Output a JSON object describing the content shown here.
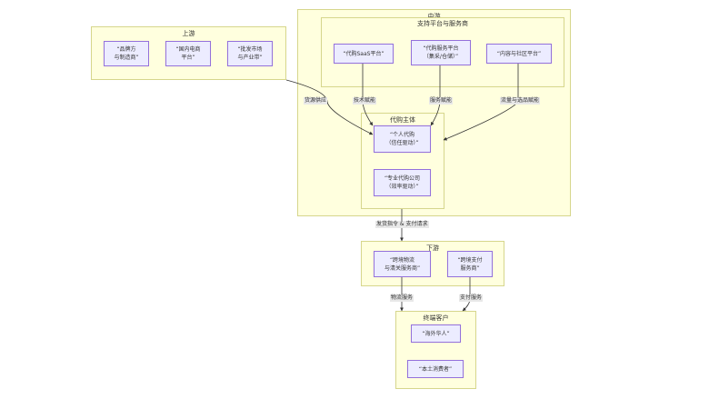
{
  "clusters": {
    "upstream": "上游",
    "midstream": "中游",
    "support": "支持平台与服务商",
    "daigou": "代购主体",
    "downstream": "下游",
    "customer": "终端客户"
  },
  "nodes": {
    "brand": "“品牌方\n与制造商”",
    "ecommerce": "“国内电商\n平台”",
    "wholesale": "“批发市场\n与产业带”",
    "saas": "“代购SaaS平台”",
    "service_platform": "“代购服务平台\n（集采/仓储）”",
    "content": "“内容与社区平台”",
    "personal": "“个人代购\n（信任驱动）”",
    "company": "“专业代购公司\n（效率驱动）”",
    "logistics": "“跨境物流\n与清关服务商”",
    "payment": "“跨境支付\n服务商”",
    "overseas_chinese": "“海外华人”",
    "local_consumer": "“本土消费者”"
  },
  "edges": {
    "supply": "货源供应",
    "tech": "技术赋能",
    "service": "服务赋能",
    "traffic": "流量与选品赋能",
    "shipping_payment": "发货指令 & 支付请求",
    "logistics_service": "物流服务",
    "payment_service": "支付服务"
  },
  "colors": {
    "cluster_fill": "#ffffde",
    "cluster_border": "#d6d68c",
    "node_fill": "#ececff",
    "node_border": "#9370db",
    "edge": "#333333",
    "edge_label_bg": "#e8e8e8"
  }
}
